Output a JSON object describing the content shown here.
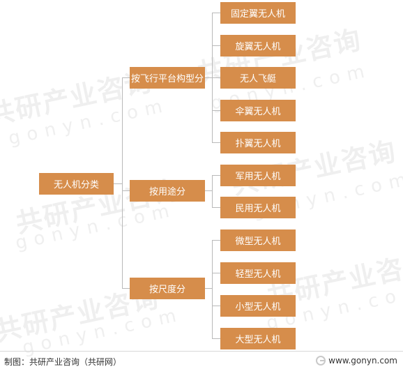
{
  "diagram": {
    "root": "无人机分类",
    "groups": [
      {
        "label": "按飞行平台构型分",
        "children": [
          "固定翼无人机",
          "旋翼无人机",
          "无人飞艇",
          "伞翼无人机",
          "扑翼无人机"
        ]
      },
      {
        "label": "按用途分",
        "children": [
          "军用无人机",
          "民用无人机"
        ]
      },
      {
        "label": "按尺度分",
        "children": [
          "微型无人机",
          "轻型无人机",
          "小型无人机",
          "大型无人机"
        ]
      }
    ]
  },
  "footer": {
    "source": "制图：共研产业咨询（共研网）",
    "website": "www.gonyn.com"
  },
  "watermark": {
    "text": "共研产业咨询",
    "url": "gonyn.com"
  },
  "colors": {
    "node_fill": "#d68d4b",
    "node_text": "#ffffff",
    "connector": "#b9b9b9"
  }
}
